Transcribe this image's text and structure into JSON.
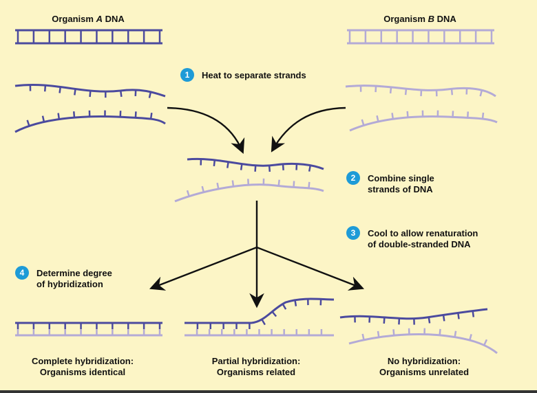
{
  "colors": {
    "strand_a": "#4b4a9e",
    "strand_b": "#b3aad6",
    "badge": "#1e9bd7",
    "background": "#fcf5c6",
    "arrow": "#111111"
  },
  "headers": {
    "organism_a": {
      "prefix": "Organism ",
      "letter": "A",
      "suffix": " DNA"
    },
    "organism_b": {
      "prefix": "Organism ",
      "letter": "B",
      "suffix": " DNA"
    }
  },
  "steps": [
    {
      "number": "1",
      "line1": "Heat to separate strands",
      "line2": ""
    },
    {
      "number": "2",
      "line1": "Combine single",
      "line2": "strands of DNA"
    },
    {
      "number": "3",
      "line1": "Cool to allow renaturation",
      "line2": "of double-stranded DNA"
    },
    {
      "number": "4",
      "line1": "Determine degree",
      "line2": "of hybridization"
    }
  ],
  "outcomes": [
    {
      "line1": "Complete hybridization:",
      "line2": "Organisms identical"
    },
    {
      "line1": "Partial hybridization:",
      "line2": "Organisms related"
    },
    {
      "line1": "No hybridization:",
      "line2": "Organisms unrelated"
    }
  ]
}
